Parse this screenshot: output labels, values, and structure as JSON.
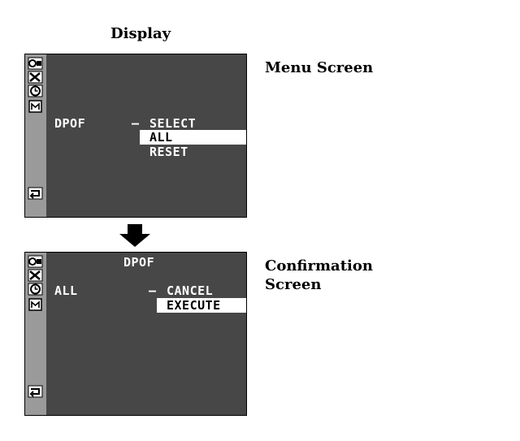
{
  "display_heading": "Display",
  "menu_screen": {
    "caption": "Menu Screen",
    "row_label": "DPOF",
    "dash": "–",
    "options": [
      "SELECT",
      "ALL",
      "RESET"
    ],
    "selected_option": "ALL",
    "side_icons": [
      "camera-icon",
      "tools-icon",
      "clock-icon",
      "card-icon"
    ],
    "return_icon": "return-icon"
  },
  "confirmation_screen": {
    "caption_line1": "Confirmation",
    "caption_line2": "Screen",
    "title": "DPOF",
    "row_label": "ALL",
    "dash": "–",
    "options": [
      "CANCEL",
      "EXECUTE"
    ],
    "selected_option": "EXECUTE",
    "side_icons": [
      "camera-icon",
      "tools-icon",
      "clock-icon",
      "card-icon"
    ],
    "return_icon": "return-icon"
  },
  "colors": {
    "screen_bg": "#474747",
    "sidebar": "#9a9a9a",
    "highlight": "#ffffff",
    "osd_text": "#ffffff"
  }
}
